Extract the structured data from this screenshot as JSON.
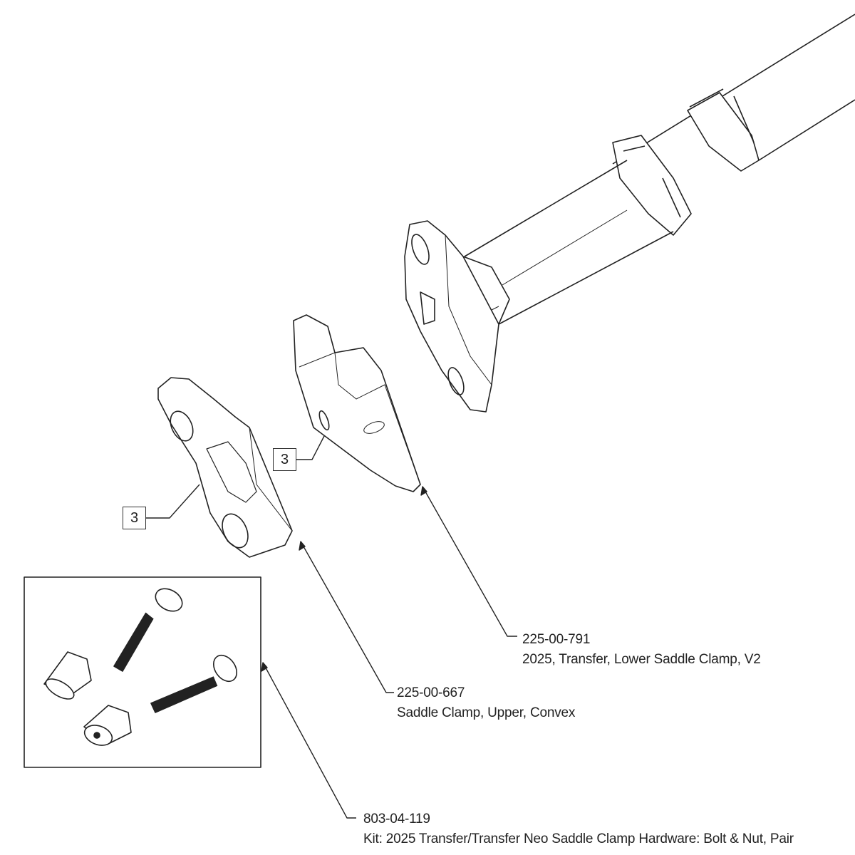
{
  "parts": [
    {
      "number": "225-00-791",
      "description": "2025, Transfer, Lower Saddle Clamp, V2"
    },
    {
      "number": "225-00-667",
      "description": "Saddle Clamp, Upper, Convex"
    },
    {
      "number": "803-04-119",
      "description": "Kit: 2025 Transfer/Transfer Neo Saddle Clamp Hardware: Bolt & Nut, Pair"
    }
  ],
  "callouts": [
    "3",
    "3"
  ],
  "colors": {
    "line": "#222222",
    "background": "#ffffff"
  }
}
